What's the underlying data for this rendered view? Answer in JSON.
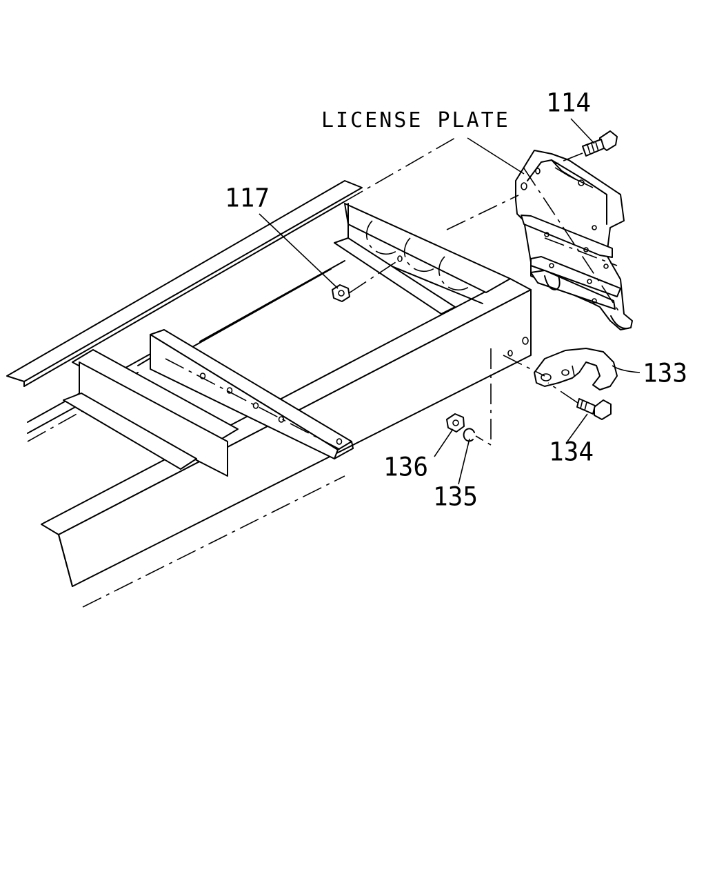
{
  "labels": {
    "license_plate": "LICENSE PLATE",
    "p114": "114",
    "p117": "117",
    "p133": "133",
    "p134": "134",
    "p135": "135",
    "p136": "136"
  }
}
